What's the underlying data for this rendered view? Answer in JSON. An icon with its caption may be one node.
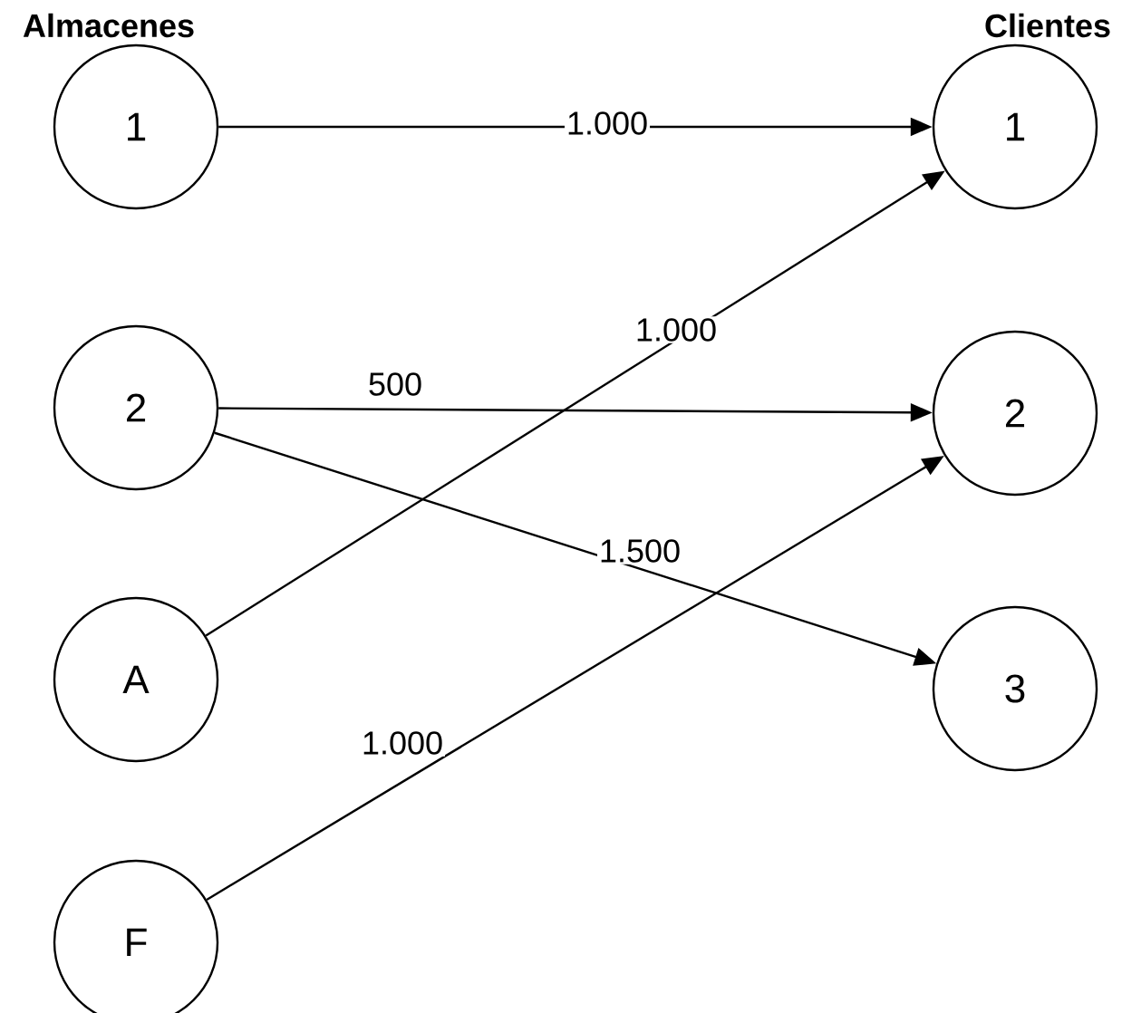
{
  "diagram": {
    "nodes": [
      {
        "text": [
          "1"
        ]
      },
      {
        "text": [
          "2"
        ]
      },
      {
        "text": [
          "A"
        ]
      },
      {
        "text": [
          "F"
        ]
      },
      {
        "text": [
          "1"
        ]
      },
      {
        "text": [
          "2"
        ]
      },
      {
        "text": [
          "3"
        ]
      }
    ],
    "edges": [
      {
        "from": 0,
        "to": 4,
        "arrow": "to",
        "label": "1.000"
      },
      {
        "from": 1,
        "to": 5,
        "arrow": "to",
        "label": "500"
      },
      {
        "from": 1,
        "to": 6,
        "arrow": "to",
        "label": "1.500"
      },
      {
        "from": 2,
        "to": 4,
        "arrow": "to",
        "label": "1.000"
      },
      {
        "from": 3,
        "to": 5,
        "arrow": "to",
        "label": "1.000"
      }
    ],
    "labels": [
      "Almacenes",
      "Clientes"
    ]
  }
}
